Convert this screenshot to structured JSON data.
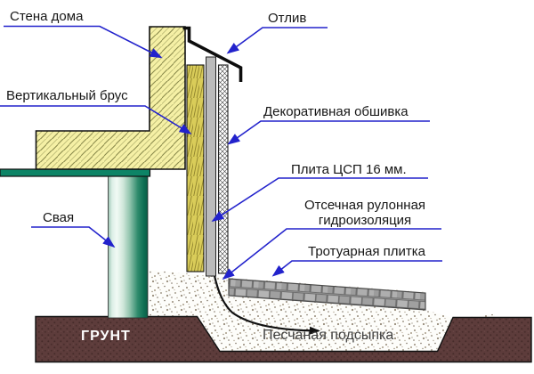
{
  "diagram": {
    "labels": {
      "wall": "Стена дома",
      "drip": "Отлив",
      "vertical_beam": "Вертикальный брус",
      "cladding": "Декоративная обшивка",
      "csp_board": "Плита ЦСП 16 мм.",
      "waterproofing_line1": "Отсечная рулонная",
      "waterproofing_line2": "гидроизоляция",
      "paving": "Тротуарная плитка",
      "pile": "Свая",
      "ground": "ГРУНТ",
      "sand": "Песчаная подсыпка"
    },
    "colors": {
      "leader_blue": "#2222cc",
      "wall_yellow": "#f5f0a5",
      "beam_olive": "#d9cc59",
      "board_gray": "#bbbbbb",
      "pile_green": "#0f6f54",
      "strip_green": "#0d8466",
      "ground_brown": "#5d3c3b",
      "tile_gray": "#ababab",
      "flashing_black": "#0d0d0d"
    }
  }
}
